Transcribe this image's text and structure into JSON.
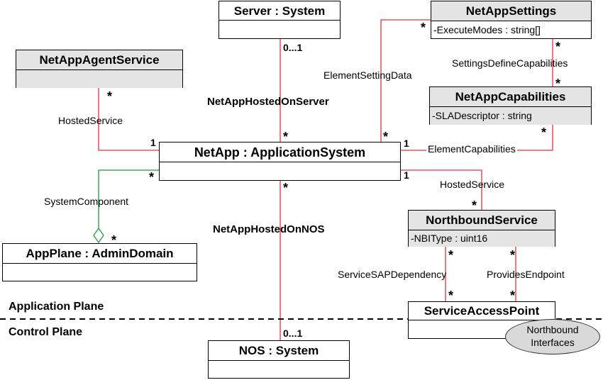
{
  "classes": {
    "server": {
      "title": "Server : System"
    },
    "netapp_settings": {
      "title": "NetAppSettings",
      "attr": "-ExecuteModes : string[]"
    },
    "netapp_agent_service": {
      "title": "NetAppAgentService"
    },
    "netapp_capabilities": {
      "title": "NetAppCapabilities",
      "attr": "-SLADescriptor : string"
    },
    "netapp": {
      "title": "NetApp : ApplicationSystem"
    },
    "northbound_service": {
      "title": "NorthboundService",
      "attr": "-NBIType : uint16"
    },
    "app_plane": {
      "title": "AppPlane : AdminDomain"
    },
    "service_access_point": {
      "title": "ServiceAccessPoint"
    },
    "nos": {
      "title": "NOS : System"
    }
  },
  "associations": {
    "netapp_hosted_on_server": "NetAppHostedOnServer",
    "hosted_service_left": "HostedService",
    "element_setting_data": "ElementSettingData",
    "settings_define_capabilities": "SettingsDefineCapabilities",
    "element_capabilities": "ElementCapabilities",
    "hosted_service_right": "HostedService",
    "system_component": "SystemComponent",
    "netapp_hosted_on_nos": "NetAppHostedOnNOS",
    "service_sap_dependency": "ServiceSAPDependency",
    "provides_endpoint": "ProvidesEndpoint"
  },
  "multiplicities": {
    "server_bottom": "0...1",
    "nos_top": "0...1",
    "star": "*",
    "one": "1"
  },
  "planes": {
    "application": "Application Plane",
    "control": "Control Plane"
  },
  "ellipse": {
    "line1": "Northbound",
    "line2": "Interfaces"
  },
  "colors": {
    "association": "#e8313a",
    "composition": "#1f9a3a",
    "shaded_header": "#e4e4e4"
  }
}
